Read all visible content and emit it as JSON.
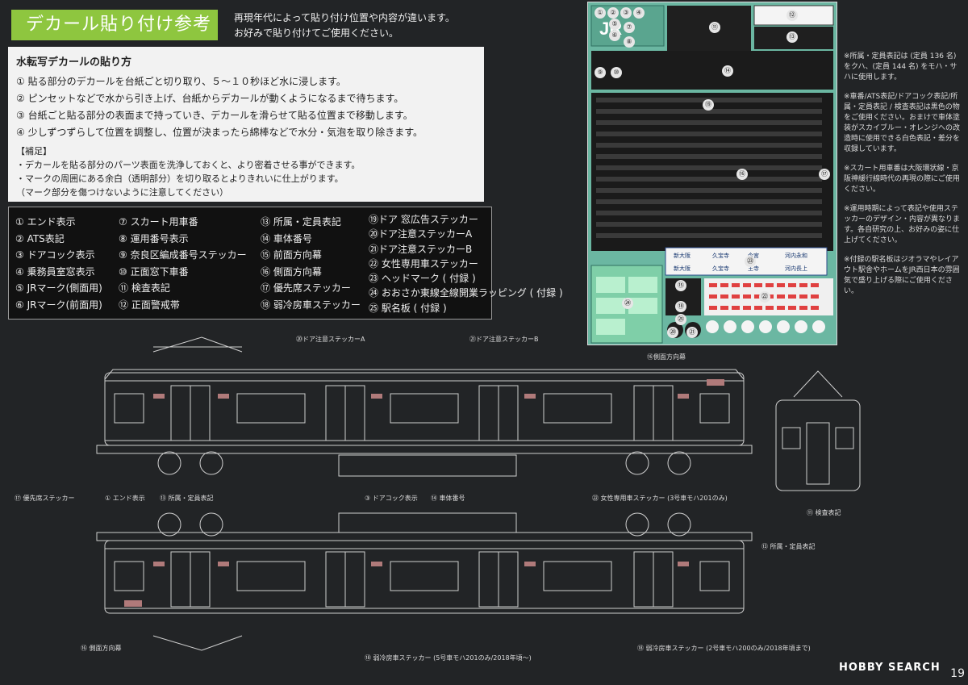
{
  "title": "デカール貼り付け参考",
  "intro": [
    "再現年代によって貼り付け位置や内容が違います。",
    "お好みで貼り付けてご使用ください。"
  ],
  "howto": {
    "heading": "水転写デカールの貼り方",
    "steps": [
      "① 貼る部分のデカールを台紙ごと切り取り、５～１０秒ほど水に浸します。",
      "② ピンセットなどで水から引き上げ、台紙からデカールが動くようになるまで待ちます。",
      "③ 台紙ごと貼る部分の表面まで持っていき、デカールを滑らせて貼る位置まで移動します。",
      "④ 少しずつずらして位置を調整し、位置が決まったら綿棒などで水分・気泡を取り除きます。"
    ],
    "supp_heading": "【補足】",
    "supp": [
      "・デカールを貼る部分のパーツ表面を洗浄しておくと、より密着させる事ができます。",
      "・マークの周囲にある余白（透明部分）を切り取るとよりきれいに仕上がります。",
      "（マーク部分を傷つけないように注意してください）"
    ]
  },
  "legend": {
    "col1": [
      "① エンド表示",
      "② ATS表記",
      "③ ドアコック表示",
      "④ 乗務員室窓表示",
      "⑤ JRマーク(側面用)",
      "⑥ JRマーク(前面用)"
    ],
    "col2": [
      "⑦ スカート用車番",
      "⑧ 運用番号表示",
      "⑨ 奈良区編成番号ステッカー",
      "⑩ 正面窓下車番",
      "⑪ 検査表記",
      "⑫ 正面警戒帯"
    ],
    "col3": [
      "⑬ 所属・定員表記",
      "⑭ 車体番号",
      "⑮ 前面方向幕",
      "⑯ 側面方向幕",
      "⑰ 優先席ステッカー",
      "⑱ 弱冷房車ステッカー"
    ],
    "col4": [
      "⑲ドア 窓広告ステッカー",
      "⑳ドア注意ステッカーA",
      "㉑ドア注意ステッカーB",
      "㉒ 女性専用車ステッカー",
      "㉓ ヘッドマーク ( 付録 )",
      "㉔ おおさか東線全線開業ラッピング ( 付録 )",
      "㉕ 駅名板 ( 付録 )"
    ]
  },
  "notes": [
    "※所属・定員表記は (定員 136 名) をクハ、(定員 144 名) をモハ・サハに使用します。",
    "※車番/ATS表記/ドアコック表記/所属・定員表記 / 検査表記は黒色の物をご使用ください。おまけで車体塗装がスカイブルー・オレンジへの改造時に使用できる白色表記・差分を収録しています。",
    "※スカート用車番は大阪環状線・京阪神緩行線時代の再現の際にご使用ください。",
    "※運用時期によって表記や使用ステッカーのデザイン・内容が異なります。各自研究の上、お好みの姿に仕上げてください。",
    "※付録の駅名板はジオラマやレイアウト駅舎やホームをJR西日本の雰囲気で盛り上げる際にご使用ください。"
  ],
  "sheet": {
    "brand": "JR",
    "stations": [
      "新大阪",
      "久宝寺",
      "今宮",
      "河内永和",
      "新大阪",
      "久宝寺",
      "王寺",
      "河内長上"
    ],
    "callouts": [
      "①",
      "②",
      "③",
      "④",
      "⑤",
      "⑥",
      "⑦",
      "⑧",
      "⑨",
      "⑩",
      "⑪",
      "⑫",
      "⑬",
      "⑭",
      "⑮",
      "⑯",
      "⑰",
      "⑱",
      "⑲",
      "⑳",
      "㉑",
      "㉒",
      "㉓",
      "㉔",
      "㉕"
    ]
  },
  "diagram": {
    "labels": {
      "door_a": "⑳ドア注意ステッカーA",
      "door_b": "㉑ドア注意ステッカーB",
      "side_dest_top": "⑯側面方向幕",
      "priority": "⑰ 優先席ステッカー",
      "end": "① エンド表示",
      "affil_left": "⑬ 所属・定員表記",
      "doorcock": "③ ドアコック表示",
      "car_no": "⑭ 車体番号",
      "women": "㉒ 女性専用車ステッカー (3号車モハ201のみ)",
      "inspection": "⑪ 検査表記",
      "affil_right": "⑬ 所属・定員表記",
      "side_dest_bottom": "⑯ 側面方向幕",
      "weak_ac_left": "⑱ 弱冷房車ステッカー (5号車モハ201のみ/2018年頃～)",
      "weak_ac_right": "⑱ 弱冷房車ステッカー (2号車モハ200のみ/2018年頃まで)"
    }
  },
  "footer": {
    "logo_a": "HOBBY",
    "logo_b": "SEARCH",
    "page": "19"
  },
  "colors": {
    "accent_green": "#8ec63f",
    "sheet_green": "#6bb7a2",
    "background": "#222426"
  }
}
